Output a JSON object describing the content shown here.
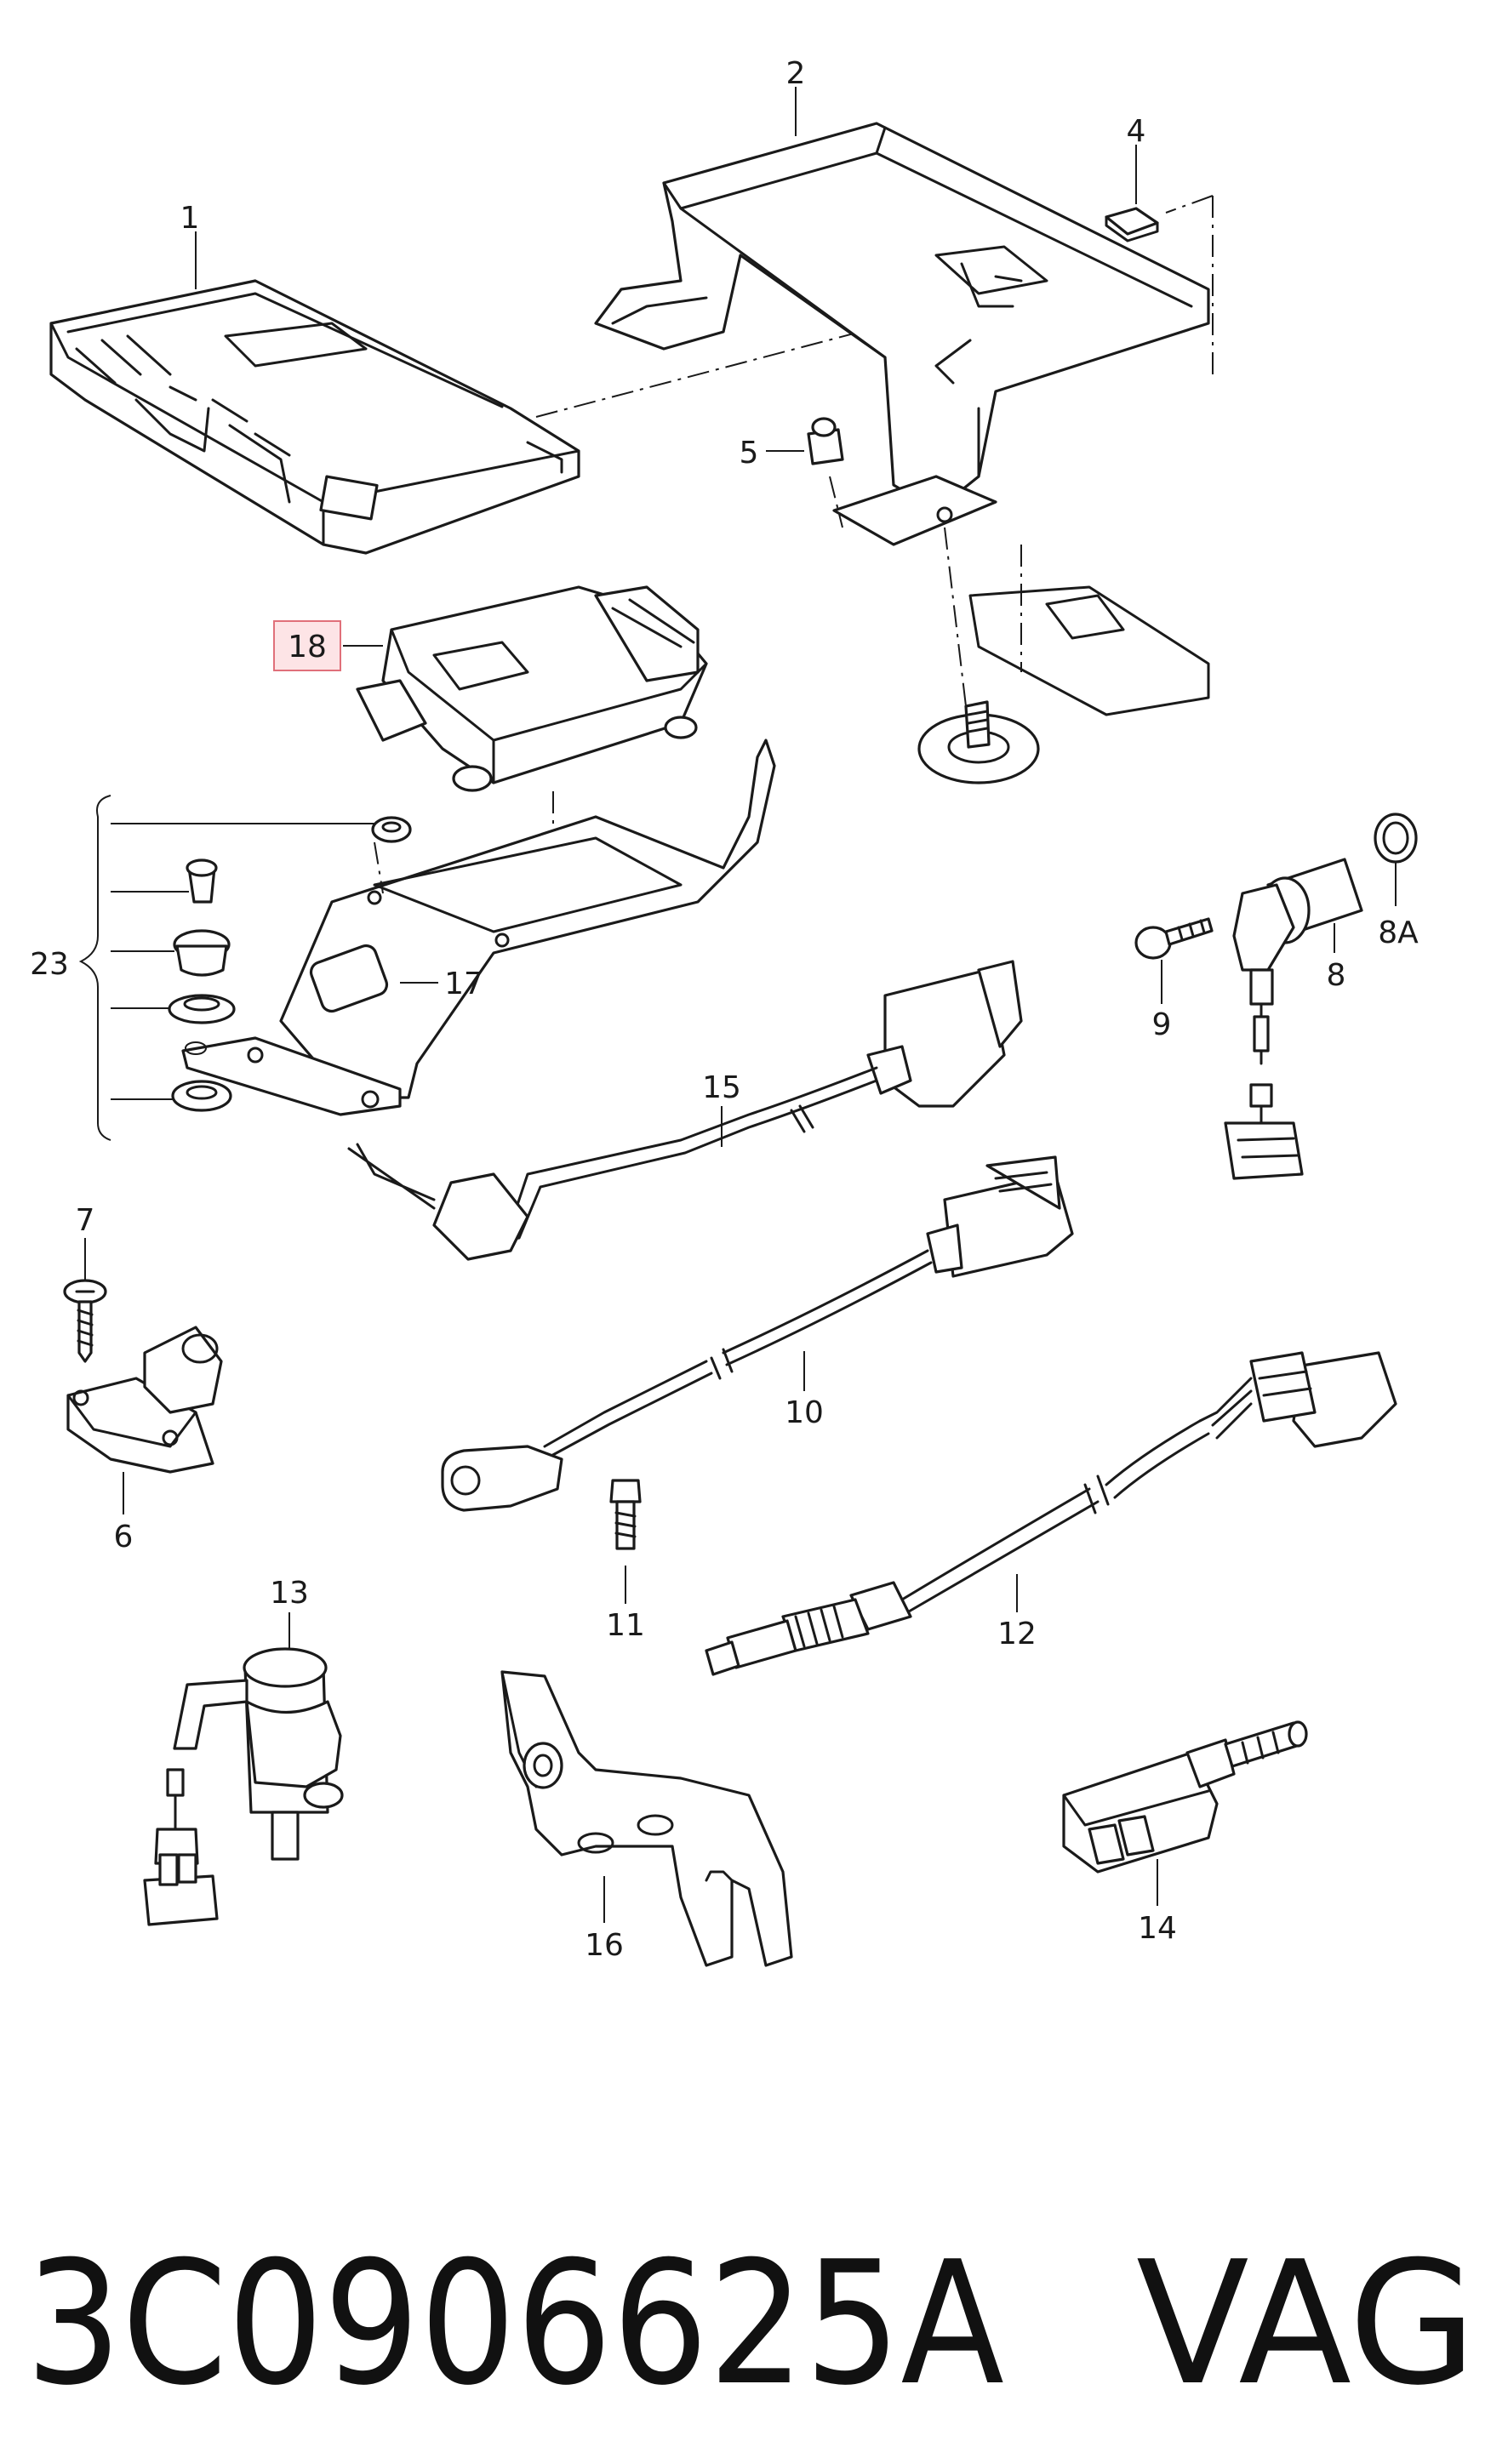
{
  "diagram": {
    "callouts": {
      "c1": "1",
      "c2": "2",
      "c4": "4",
      "c5": "5",
      "c18": "18",
      "c23": "23",
      "c17": "17",
      "c8A": "8A",
      "c8": "8",
      "c9": "9",
      "c15": "15",
      "c7": "7",
      "c6": "6",
      "c10": "10",
      "c11": "11",
      "c12": "12",
      "c13": "13",
      "c16": "16",
      "c14": "14"
    },
    "highlighted_callout": "18",
    "highlight_color": "#fde4e6"
  },
  "footer": {
    "part_number": "3C0906625A",
    "brand": "VAG"
  }
}
